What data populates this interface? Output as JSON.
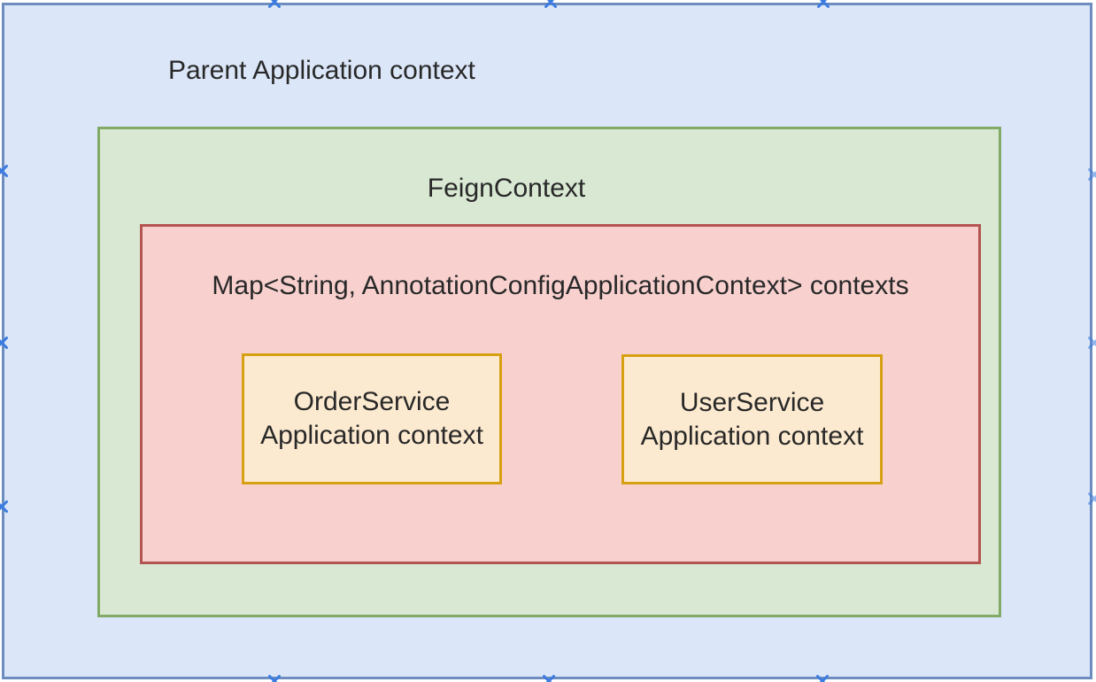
{
  "diagram": {
    "nodes": {
      "parent": {
        "label": "Parent Application context"
      },
      "feign": {
        "label": "FeignContext"
      },
      "map": {
        "label": "Map<String, AnnotationConfigApplicationContext> contexts"
      },
      "order": {
        "lines": [
          "OrderService",
          "Application context"
        ]
      },
      "user": {
        "lines": [
          "UserService",
          "Application context"
        ]
      }
    },
    "icons": {
      "connection_point": "× cross (drawing-tool connection point)"
    },
    "colors": {
      "parent_fill": "#dbe6f8",
      "parent_stroke": "#6e8dbf",
      "feign_fill": "#d9e8d3",
      "feign_stroke": "#82aa66",
      "map_fill": "#f8d1cf",
      "map_stroke": "#b45450",
      "service_fill": "#fcead0",
      "service_stroke": "#d7a013",
      "connection_point": "#3b7ce0",
      "text": "#282828"
    }
  }
}
